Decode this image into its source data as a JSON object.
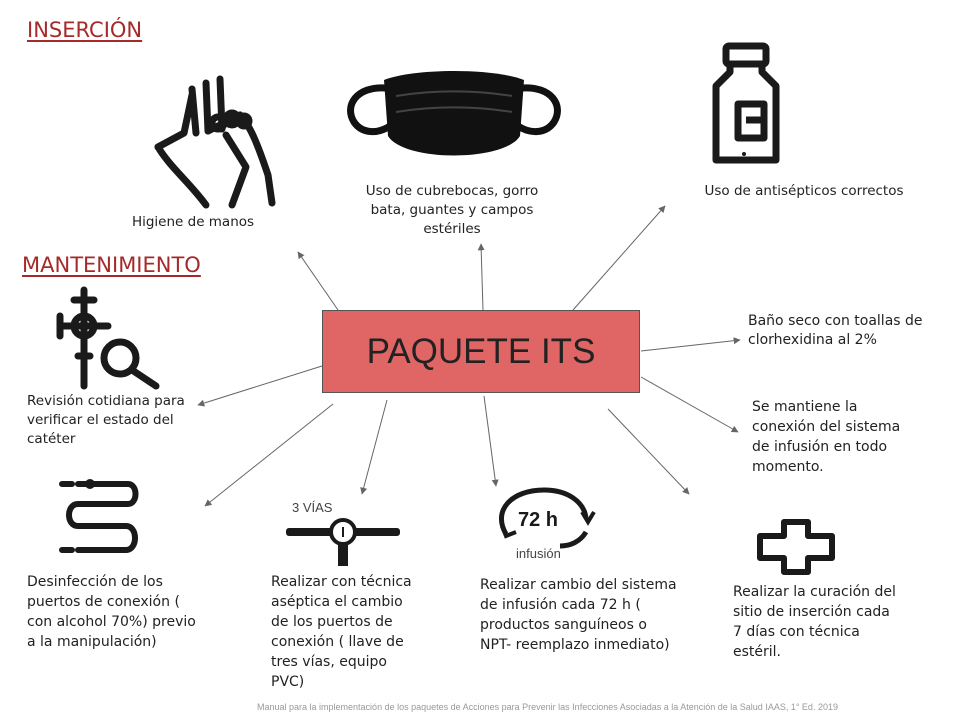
{
  "sections": {
    "insercion": "INSERCIÓN",
    "mantenimiento": "MANTENIMIENTO"
  },
  "central": {
    "label": "PAQUETE ITS"
  },
  "items": {
    "higiene": "Higiene  de manos",
    "cubrebocas": "Uso de cubrebocas, gorro bata, guantes y campos estériles",
    "antisepticos": "Uso de antisépticos correctos",
    "bano": "Baño seco con toallas de clorhexidina al 2%",
    "conexion": "Se mantiene la conexión del sistema de infusión en todo momento.",
    "revision": "Revisión cotidiana para verificar el estado del catéter",
    "desinfeccion": "Desinfección de los puertos de conexión ( con alcohol 70%) previo a la manipulación)",
    "tecnica": "Realizar con técnica aséptica el cambio de los puertos de conexión ( llave de tres vías, equipo PVC)",
    "cambio": "Realizar cambio del sistema de infusión cada 72 h ( productos sanguíneos o NPT- reemplazo inmediato)",
    "curacion": "Realizar la curación del sitio de inserción cada 7 días con técnica estéril."
  },
  "icon_text": {
    "tres_vias": "3 VÍAS",
    "horas": "72 h",
    "infusion": "infusión"
  },
  "icons": [
    "hands-washing-icon",
    "face-mask-icon",
    "antiseptic-bottle-icon",
    "catheter-inspection-icon",
    "tubing-icon",
    "three-way-valve-icon",
    "72h-cycle-icon",
    "medical-cross-icon"
  ],
  "footer": "Manual para la implementación de los paquetes de Acciones para Prevenir las Infecciones Asociadas a la Atención de la Salud IAAS, 1° Ed. 2019",
  "colors": {
    "central_fill": "#e06666",
    "section_title": "#a52a2a",
    "arrow": "#666666",
    "icon": "#1a1a1a"
  }
}
